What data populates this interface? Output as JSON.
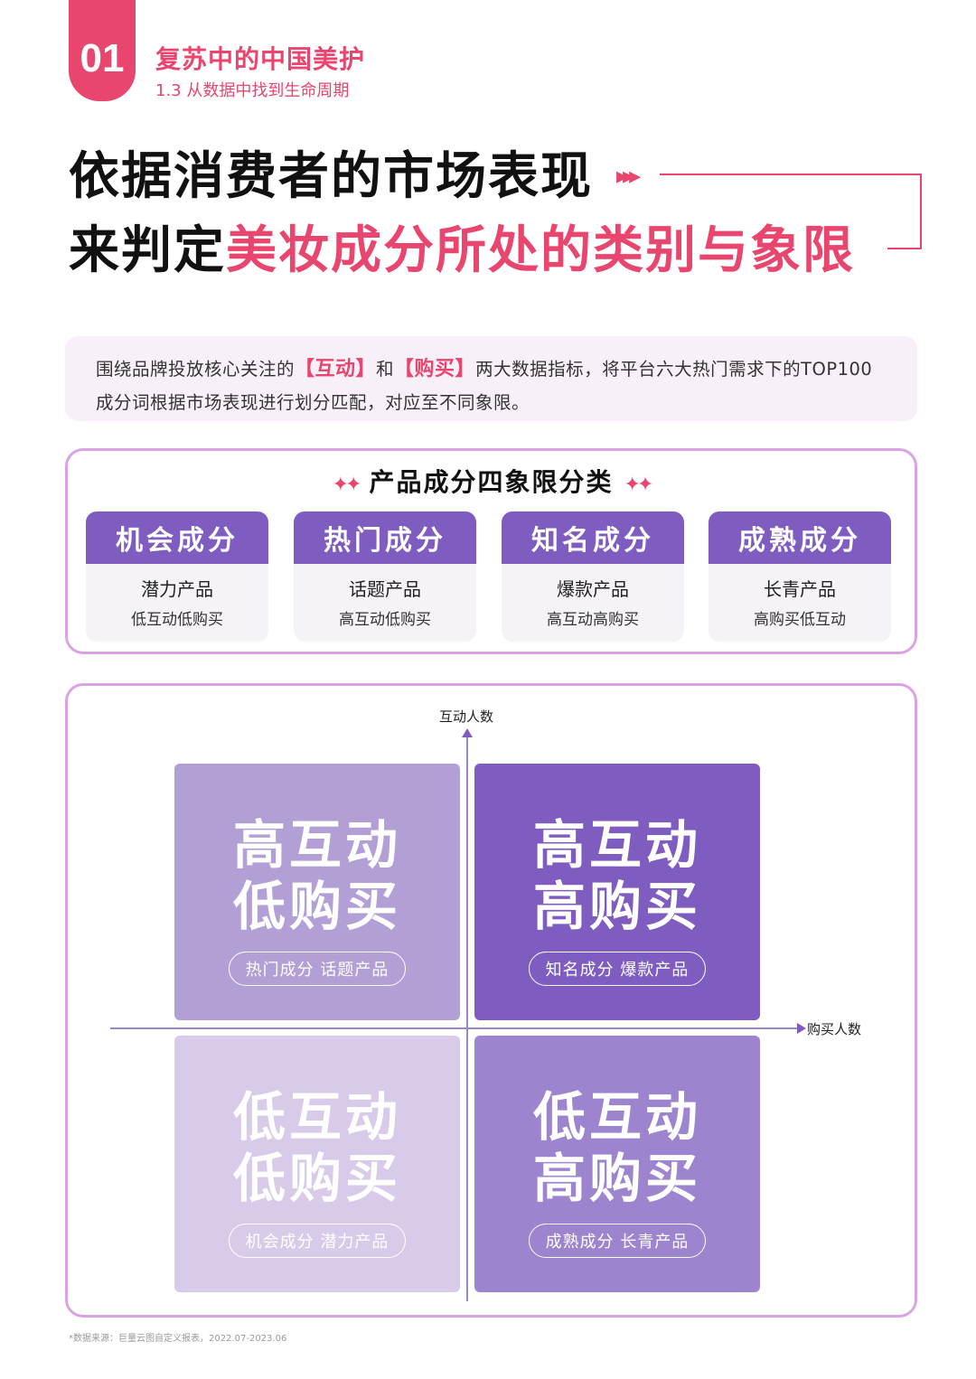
{
  "header": {
    "badge_number": "01",
    "section_title": "复苏中的中国美护",
    "section_subtitle": "1.3 从数据中找到生命周期"
  },
  "headline": {
    "line1": "依据消费者的市场表现",
    "line2_prefix": "来判定",
    "line2_highlight": "美妆成分所处的类别与象限",
    "arrows": "▸▸▸"
  },
  "intro": {
    "part1": "围绕品牌投放核心关注的",
    "highlight1": "【互动】",
    "part2": "和",
    "highlight2": "【购买】",
    "part3": "两大数据指标，将平台六大热门需求下的TOP100成分词根据市场表现进行划分匹配，对应至不同象限。"
  },
  "classification": {
    "title": "产品成分四象限分类",
    "spark": "✦✦",
    "cards": [
      {
        "name": "机会成分",
        "type": "潜力产品",
        "desc": "低互动低购买"
      },
      {
        "name": "热门成分",
        "type": "话题产品",
        "desc": "高互动低购买"
      },
      {
        "name": "知名成分",
        "type": "爆款产品",
        "desc": "高互动高购买"
      },
      {
        "name": "成熟成分",
        "type": "长青产品",
        "desc": "高购买低互动"
      }
    ]
  },
  "quadrant": {
    "y_axis_label": "互动人数",
    "x_axis_label": "购买人数",
    "top_left": {
      "line1": "高互动",
      "line2": "低购买",
      "tag": "热门成分 话题产品"
    },
    "top_right": {
      "line1": "高互动",
      "line2": "高购买",
      "tag": "知名成分 爆款产品"
    },
    "bottom_left": {
      "line1": "低互动",
      "line2": "低购买",
      "tag": "机会成分 潜力产品"
    },
    "bottom_right": {
      "line1": "低互动",
      "line2": "高购买",
      "tag": "成熟成分 长青产品"
    }
  },
  "footnote": "*数据来源：巨量云图自定义报表，2022.07-2023.06",
  "colors": {
    "accent_pink": "#e8466e",
    "purple_dark": "#7e5cc0",
    "purple_mid": "#9d84cf",
    "purple_light": "#b29fd6",
    "purple_pale": "#d8cbe9",
    "border_lilac": "#d9a3e4"
  }
}
